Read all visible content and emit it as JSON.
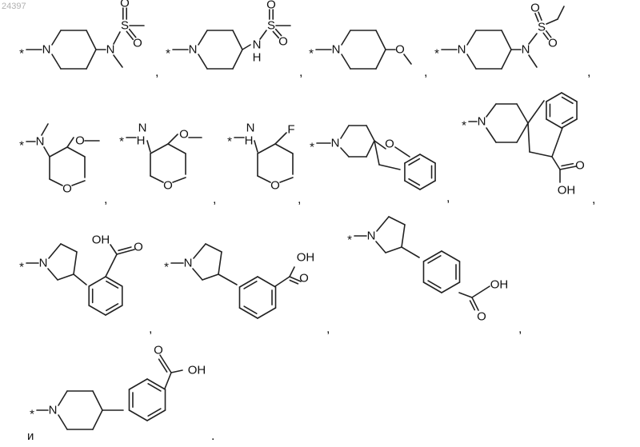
{
  "page_number": "24397",
  "attach_label": "*",
  "atom_labels": {
    "N": "N",
    "NH": "N",
    "H": "H",
    "O": "O",
    "S": "S",
    "F": "F",
    "OH": "OH"
  },
  "separators": {
    "comma": ",",
    "period": ".",
    "conjunction": "и"
  },
  "structures": [
    {
      "id": "n-methyl-methanesulfonamido-piperidine"
    },
    {
      "id": "methanesulfonamido-piperidine"
    },
    {
      "id": "methoxy-piperidine"
    },
    {
      "id": "n-methyl-ethanesulfonamido-piperidine"
    },
    {
      "id": "methylamino-methoxy-oxane"
    },
    {
      "id": "amino-methoxy-oxane"
    },
    {
      "id": "amino-fluoro-oxane"
    },
    {
      "id": "spiro-piperidine-dihydrobenzofuran"
    },
    {
      "id": "spiro-piperidine-indane-carboxylic-acid"
    },
    {
      "id": "pyrrolidinyl-benzoic-acid-ortho"
    },
    {
      "id": "pyrrolidinyl-benzoic-acid-meta"
    },
    {
      "id": "pyrrolidinyl-benzoic-acid-para"
    },
    {
      "id": "piperidinyl-benzoic-acid-meta"
    }
  ]
}
